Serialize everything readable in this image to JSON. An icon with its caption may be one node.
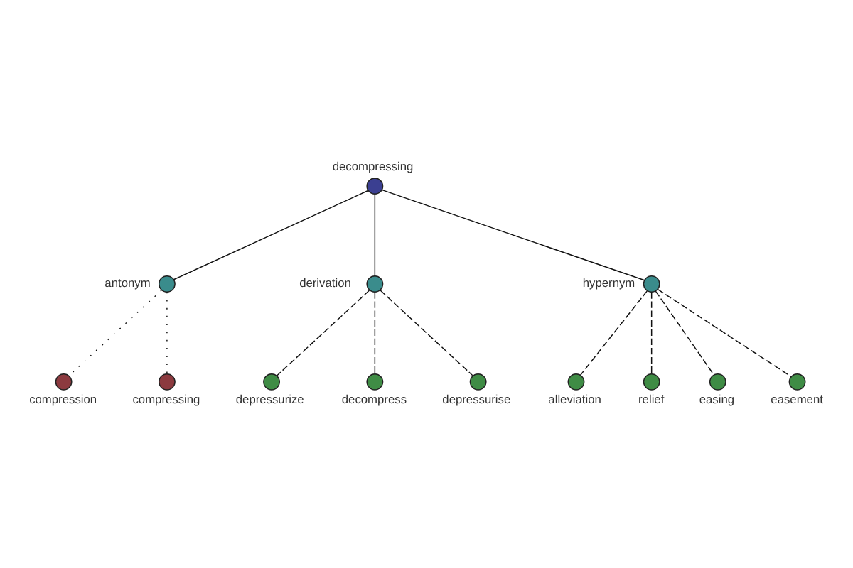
{
  "diagram": {
    "nodes": [
      {
        "text": [
          "decompressing"
        ]
      },
      {
        "text": [
          "antonym"
        ]
      },
      {
        "text": [
          "compression"
        ]
      },
      {
        "text": [
          "compressing"
        ]
      },
      {
        "text": [
          "derivation"
        ]
      },
      {
        "text": [
          "depressurize"
        ]
      },
      {
        "text": [
          "decompress"
        ]
      },
      {
        "text": [
          "depressurise"
        ]
      },
      {
        "text": [
          "hypernym"
        ]
      },
      {
        "text": [
          "alleviation"
        ]
      },
      {
        "text": [
          "relief"
        ]
      },
      {
        "text": [
          "easing"
        ]
      },
      {
        "text": [
          "easement"
        ]
      }
    ],
    "edges": [
      {
        "from": 0,
        "to": 1,
        "arrow": "none"
      },
      {
        "from": 0,
        "to": 4,
        "arrow": "none"
      },
      {
        "from": 0,
        "to": 8,
        "arrow": "none"
      },
      {
        "from": 1,
        "to": 2,
        "arrow": "none",
        "style": "dashed"
      },
      {
        "from": 1,
        "to": 3,
        "arrow": "none",
        "style": "dashed"
      },
      {
        "from": 4,
        "to": 5,
        "arrow": "none",
        "style": "dashed"
      },
      {
        "from": 4,
        "to": 6,
        "arrow": "none",
        "style": "dashed"
      },
      {
        "from": 4,
        "to": 7,
        "arrow": "none",
        "style": "dashed"
      },
      {
        "from": 8,
        "to": 9,
        "arrow": "none",
        "style": "dashed"
      },
      {
        "from": 8,
        "to": 10,
        "arrow": "none",
        "style": "dashed"
      },
      {
        "from": 8,
        "to": 11,
        "arrow": "none",
        "style": "dashed"
      },
      {
        "from": 8,
        "to": 12,
        "arrow": "none",
        "style": "dashed"
      }
    ]
  }
}
